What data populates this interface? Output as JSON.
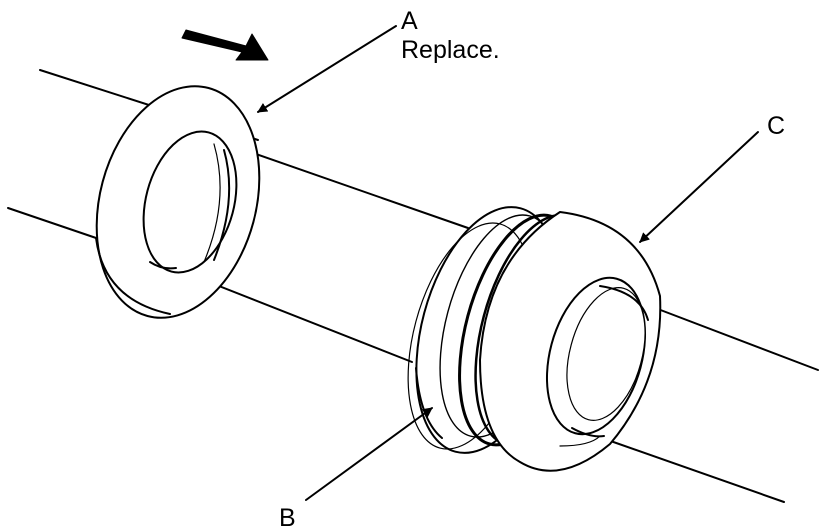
{
  "callouts": {
    "a": {
      "letter": "A",
      "note": "Replace."
    },
    "b": {
      "letter": "B"
    },
    "c": {
      "letter": "C"
    }
  },
  "direction_arrow": {
    "icon": "direction-arrow-icon",
    "color": "#000000"
  },
  "line_color": "#000000",
  "fill_color": "#ffffff"
}
